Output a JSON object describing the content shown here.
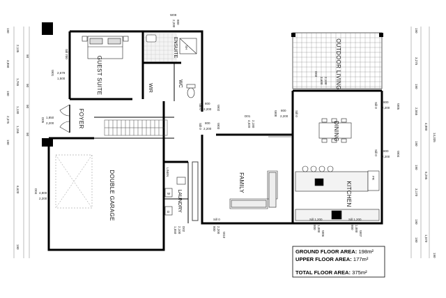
{
  "rooms": {
    "guest_suite": "GUEST SUITE",
    "ensuite": "ENSUITE",
    "wir": "WIR",
    "wc": "WC",
    "sh": "SH",
    "foyer": "FOYER",
    "double_garage": "DOUBLE GARAGE",
    "family": "FAMILY",
    "kitchen": "KITCHEN",
    "dining": "DINING",
    "outdoor_living": "OUTDOOR LIVING",
    "laundry": "LAUNDRY",
    "linen": "LINEN",
    "fr": "FR",
    "w": "W",
    "d": "D"
  },
  "openings": {
    "w09": "W09",
    "w09_size_a": "800",
    "w09_size_b": "2,200",
    "w01": "W01",
    "w01_sill": "Sill 700",
    "w01_size_a": "2,679",
    "w01_size_b": "1,500",
    "d03": "D03",
    "d03_size_a": "3,600",
    "d03_size_b": "2,100",
    "d05": "D05",
    "d05_size_a": "1,850",
    "d05_size_b": "2,200",
    "w02": "W02",
    "w02_sill": "Sill 0",
    "w02_size_a": "800",
    "w02_size_b": "2,200",
    "w03": "W03",
    "w03_sill": "Sill 0",
    "w03_size_a": "800",
    "w03_size_b": "2,200",
    "d01": "D01",
    "d01_size_a": "4,020",
    "d01_size_b": "2,180",
    "w08": "W08",
    "w08_sill": "Sill 0",
    "w08_size_a": "800",
    "w08_size_b": "2,200",
    "w05": "W05",
    "w05_sill": "Sill 0",
    "w05_size_a": "800",
    "w05_size_b": "2,200",
    "w04": "W04",
    "w04_sill": "Sill 0",
    "w04_size_a": "800",
    "w04_size_b": "2,200",
    "d04": "D04",
    "d04_size_a": "4,800",
    "d04_size_b": "2,200",
    "d02": "D02",
    "d02_size_a": "1,550",
    "d02_size_b": "2,100",
    "w10": "W10",
    "w10_sill": "Sill 0",
    "w10_size_a": "800",
    "w10_size_b": "2,200",
    "w06": "W06",
    "w06_sill": "Sill 1,200",
    "w06_size_a": "800",
    "w06_size_b": "1,000",
    "w07": "W07",
    "w07_sill": "Sill 1,200",
    "w07_size_a": "800",
    "w07_size_b": "1,000"
  },
  "left_dimensions": [
    "190",
    "2,135",
    "90",
    "3,890",
    "1,765",
    "90",
    "190",
    "1,130",
    "90",
    "2,375",
    "1,155",
    "90",
    "190",
    "6,620",
    "190"
  ],
  "right_dimensions": [
    "190",
    "3,275",
    "190",
    "2,555",
    "4,880",
    "190",
    "14,335",
    "5,295",
    "190",
    "3,170",
    "190",
    "1,570",
    "190",
    "190"
  ],
  "areas": {
    "ground_label": "GROUND FLOOR AREA:",
    "ground_value": "198m²",
    "upper_label": "UPPER FLOOR AREA:",
    "upper_value": "177m²",
    "total_label": "TOTAL FLOOR AREA:",
    "total_value": "375m²"
  }
}
